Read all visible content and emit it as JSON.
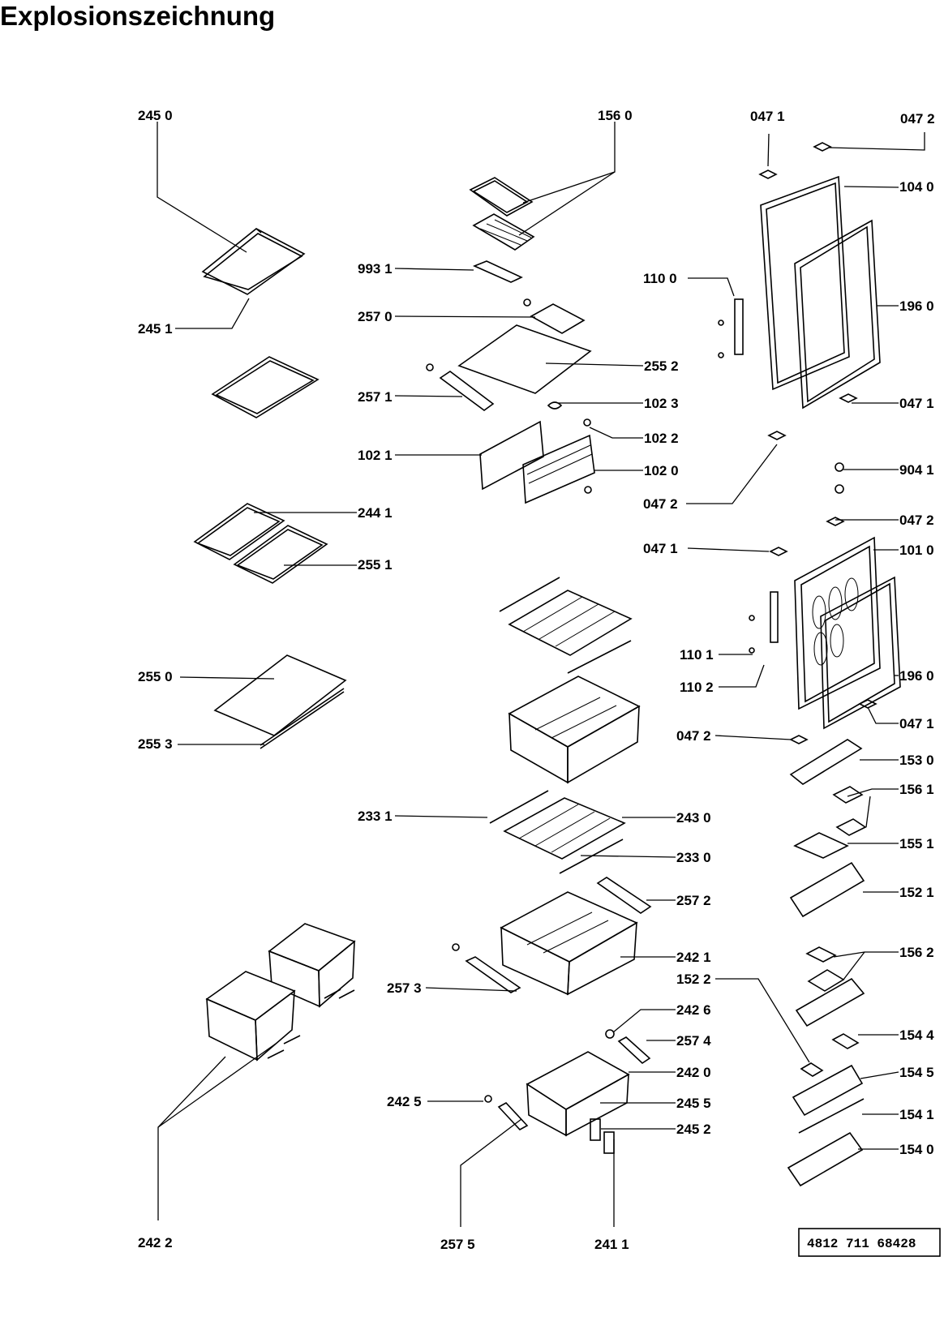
{
  "title": "Explosionszeichnung",
  "doc_number": "4812  711  68428",
  "labels": {
    "l2450": "245 0",
    "l2451": "245 1",
    "l2441": "244 1",
    "l2551": "255 1",
    "l2550": "255 0",
    "l2553": "255 3",
    "l2422": "242 2",
    "l1560": "156 0",
    "l9931": "993 1",
    "l2570": "257 0",
    "l2552": "255 2",
    "l2571": "257 1",
    "l1023": "102 3",
    "l1022": "102 2",
    "l1021": "102 1",
    "l1020": "102 0",
    "l2331": "233 1",
    "l2430": "243 0",
    "l2330": "233 0",
    "l2572": "257 2",
    "l2421": "242 1",
    "l2573": "257 3",
    "l2426": "242 6",
    "l2574": "257 4",
    "l2420": "242 0",
    "l2425": "242 5",
    "l2455": "245 5",
    "l2452": "245 2",
    "l2575": "257 5",
    "l2411": "241 1",
    "l0471a": "047 1",
    "l0472a": "047 2",
    "l1040": "104 0",
    "l1100": "110 0",
    "l1960a": "196 0",
    "l0471b": "047 1",
    "l0472b": "047 2",
    "l9041": "904 1",
    "l0472c": "047 2",
    "l0471c": "047 1",
    "l1010": "101 0",
    "l1101": "110 1",
    "l1102": "110 2",
    "l1960b": "196 0",
    "l0471d": "047 1",
    "l0472d": "047 2",
    "l1530": "153 0",
    "l1561": "156 1",
    "l1551": "155 1",
    "l1521": "152 1",
    "l1562": "156 2",
    "l1522": "152 2",
    "l1544": "154 4",
    "l1545": "154 5",
    "l1541": "154 1",
    "l1540": "154 0"
  }
}
